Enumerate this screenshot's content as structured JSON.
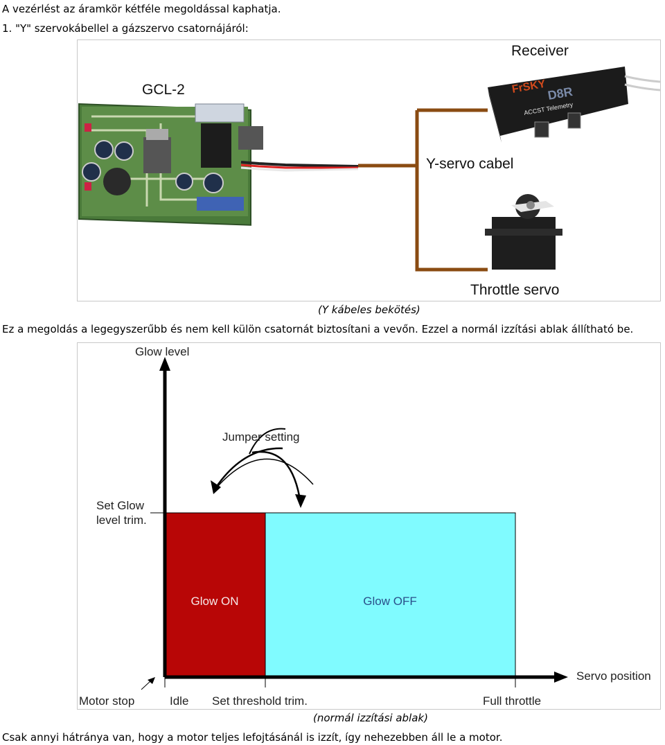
{
  "intro": "A vezérlést az áramkör kétféle megoldással kaphatja.",
  "heading1": "1. \"Y\" szervokábellel a gázszervo csatornájáról:",
  "figure1": {
    "label_gcl": "GCL-2",
    "label_receiver": "Receiver",
    "label_yservo": "Y-servo cabel",
    "label_throttle": "Throttle servo",
    "receiver_brand": "FrSKY",
    "receiver_model": "D8R",
    "receiver_sub": "ACCST  Telemetry",
    "caption": "(Y kábeles bekötés)"
  },
  "para1": "Ez a megoldás a legegyszerűbb és nem kell külön csatornát biztosítani a vevőn. Ezzel a normál izzítási ablak állítható be.",
  "figure2": {
    "caption": "(normál izzítási ablak)"
  },
  "chart_data": {
    "type": "diagram",
    "ylabel": "Glow level",
    "xlabel": "Servo position",
    "annotation": "Jumper setting",
    "y_tick_line1": "Set Glow",
    "y_tick_line2": "level trim.",
    "x_ticks": [
      "Motor stop",
      "Idle",
      "Set threshold trim.",
      "Full throttle"
    ],
    "regions": [
      {
        "name": "Glow ON",
        "color": "#b80606"
      },
      {
        "name": "Glow OFF",
        "color": "#80fbff"
      }
    ]
  },
  "para2": "Csak annyi hátránya van, hogy a motor teljes lefojtásánál is izzít, így nehezebben áll le a motor."
}
